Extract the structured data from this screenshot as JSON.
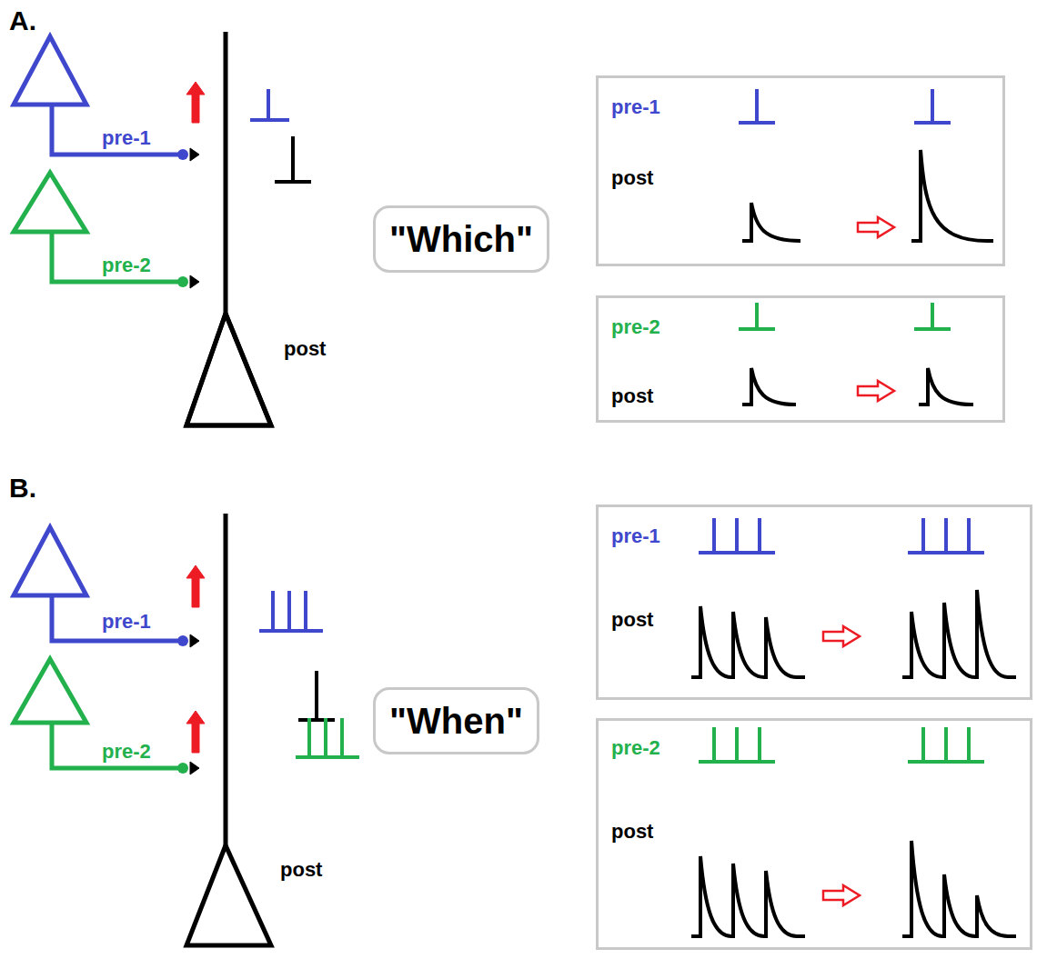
{
  "diagram": {
    "nodes": [
      {
        "text": [
          "\"Which\""
        ]
      },
      {
        "text": [
          "pre-1",
          "post"
        ]
      },
      {
        "text": [
          "pre-2",
          "post"
        ]
      },
      {
        "text": [
          "\"When\""
        ]
      },
      {
        "text": [
          "pre-1",
          "post"
        ]
      },
      {
        "text": [
          "pre-2",
          "post"
        ]
      }
    ],
    "labels": [
      "A.",
      "pre-1",
      "pre-2",
      "post",
      "B.",
      "pre-1",
      "pre-2",
      "post"
    ]
  }
}
